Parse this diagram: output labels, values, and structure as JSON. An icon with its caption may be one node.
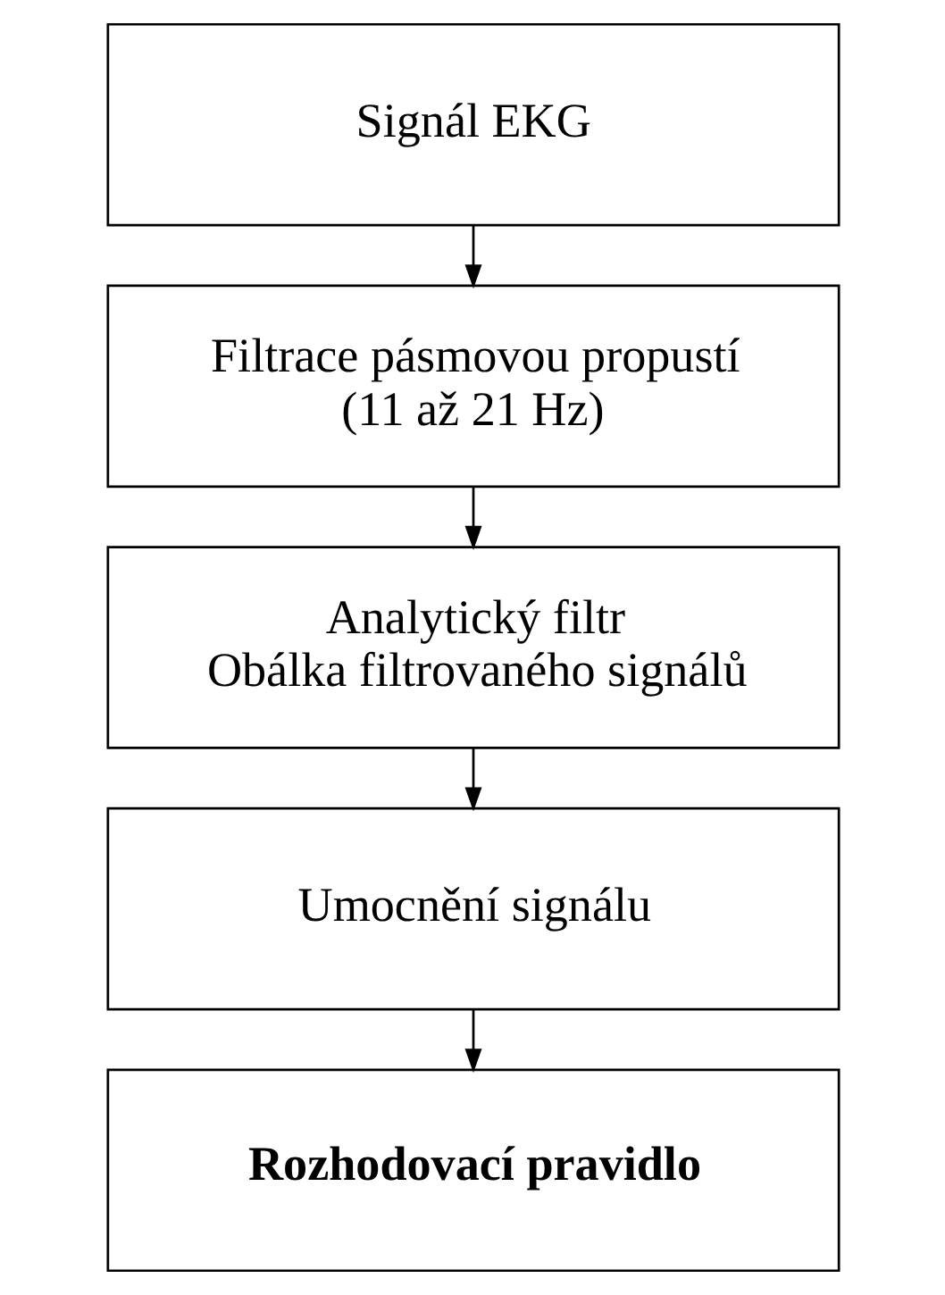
{
  "diagram": {
    "nodes": [
      {
        "text": [
          "Signál EKG"
        ]
      },
      {
        "text": [
          "Filtrace pásmovou propustí",
          "(11 až 21 Hz)"
        ]
      },
      {
        "text": [
          "Analytický filtr",
          "Obálka filtrovaného signálů"
        ]
      },
      {
        "text": [
          "Umocnění signálu"
        ]
      },
      {
        "text": [
          "Rozhodovací pravidlo"
        ]
      }
    ],
    "edges": [
      {
        "from": 0,
        "to": 1,
        "arrow": "to"
      },
      {
        "from": 1,
        "to": 2,
        "arrow": "to"
      },
      {
        "from": 2,
        "to": 3,
        "arrow": "to"
      },
      {
        "from": 3,
        "to": 4,
        "arrow": "to"
      }
    ]
  }
}
